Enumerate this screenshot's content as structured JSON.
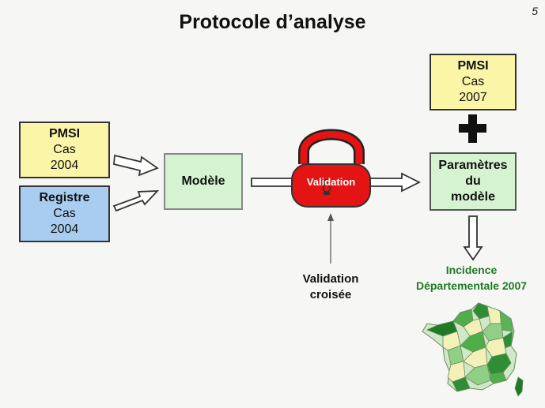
{
  "title": "Protocole d’analyse",
  "slide_number": "5",
  "pmsi_2004": {
    "name": "PMSI",
    "label": "Cas",
    "year": "2004"
  },
  "registre_2004": {
    "name": "Registre",
    "label": "Cas",
    "year": "2004"
  },
  "modele": {
    "name": "Modèle"
  },
  "lock": {
    "label": "Validation"
  },
  "validation_croisee": {
    "line1": "Validation",
    "line2": "croisée"
  },
  "parametres": {
    "line1": "Paramètres",
    "line2": "du",
    "line3": "modèle"
  },
  "pmsi_2007": {
    "name": "PMSI",
    "label": "Cas",
    "year": "2007"
  },
  "incidence": {
    "line1": "Incidence",
    "line2": "Départementale 2007"
  },
  "colors": {
    "yellow_box": "#fbf5a8",
    "blue_box": "#a9cdf0",
    "green_box": "#d5f3d0",
    "lock_red": "#e41414",
    "incidence_text": "#1f7a24"
  },
  "icons": [
    "arrow-right-icon",
    "plus-icon",
    "padlock-icon",
    "arrow-down-icon",
    "france-map"
  ]
}
